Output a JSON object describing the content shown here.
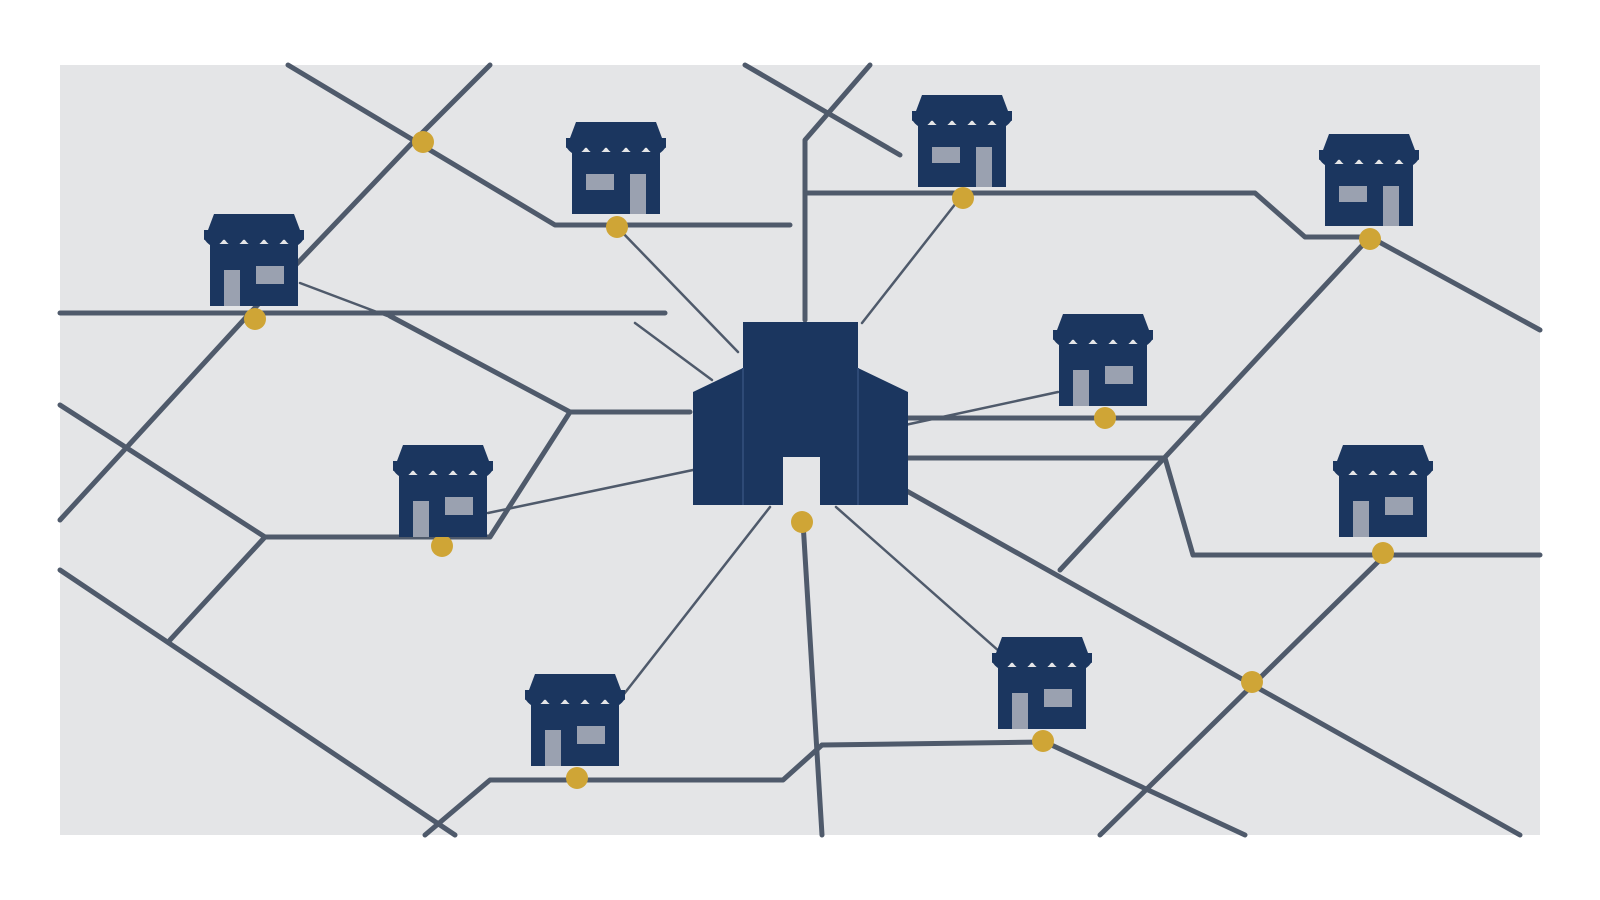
{
  "colors": {
    "page_background": "#ffffff",
    "map_background": "#e4e5e7",
    "road": "#4f5a6b",
    "store": "#1b365f",
    "window": "#9aa1b0",
    "node": "#cfa536"
  },
  "icons": {
    "hub": "warehouse-icon",
    "store": "storefront-icon",
    "node": "road-junction-marker"
  },
  "hub": {
    "label": ""
  },
  "stores": [
    {
      "id": "store-1"
    },
    {
      "id": "store-2"
    },
    {
      "id": "store-3"
    },
    {
      "id": "store-4"
    },
    {
      "id": "store-5"
    },
    {
      "id": "store-6"
    },
    {
      "id": "store-7"
    },
    {
      "id": "store-8"
    },
    {
      "id": "store-9"
    },
    {
      "id": "store-10"
    }
  ]
}
